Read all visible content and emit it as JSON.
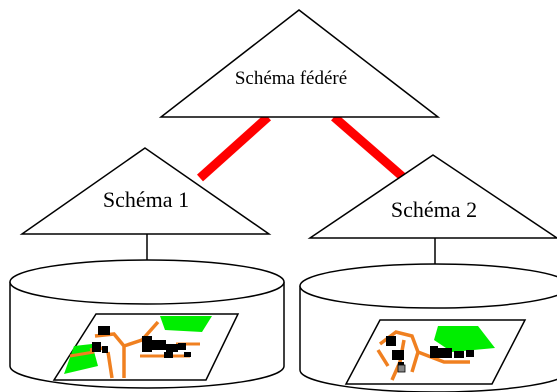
{
  "federated_schema": {
    "label": "Schéma fédéré"
  },
  "schema_1": {
    "label": "Schéma 1"
  },
  "schema_2": {
    "label": "Schéma 2"
  },
  "colors": {
    "link": "#ff0000",
    "line": "#000000",
    "map_green": "#00ee00",
    "map_road": "#f08020",
    "map_building": "#000000"
  }
}
